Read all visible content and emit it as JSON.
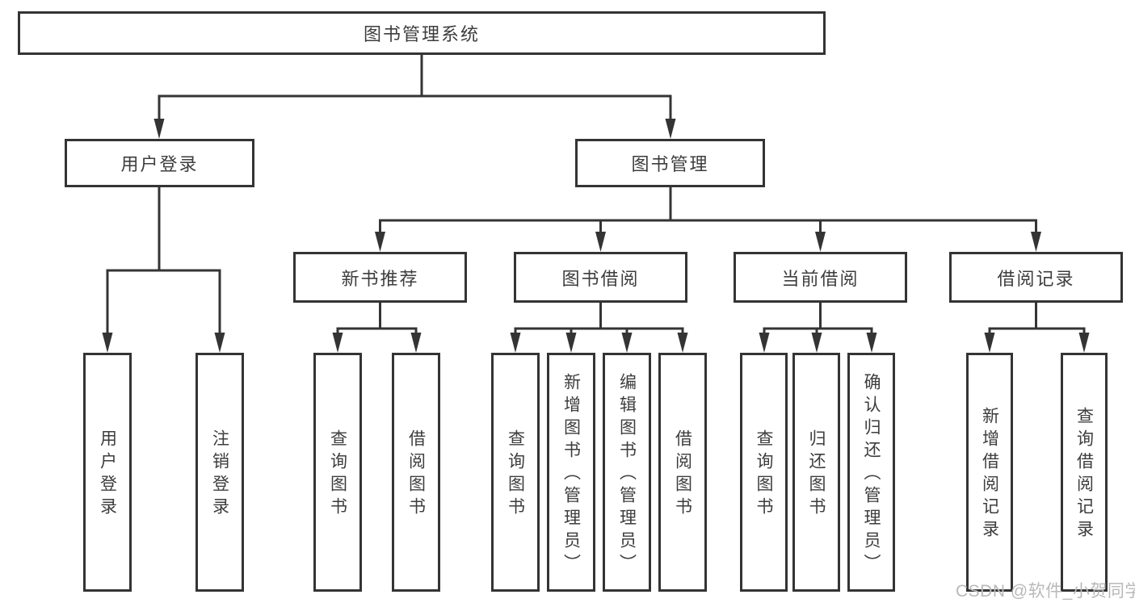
{
  "tree": {
    "root": {
      "label": "图书管理系统",
      "children": [
        {
          "label": "用户登录",
          "children": [
            {
              "label": "用户登录"
            },
            {
              "label": "注销登录"
            }
          ]
        },
        {
          "label": "图书管理",
          "children": [
            {
              "label": "新书推荐",
              "children": [
                {
                  "label": "查询图书"
                },
                {
                  "label": "借阅图书"
                }
              ]
            },
            {
              "label": "图书借阅",
              "children": [
                {
                  "label": "查询图书"
                },
                {
                  "label": "新增图书（管理员）"
                },
                {
                  "label": "编辑图书（管理员）"
                },
                {
                  "label": "借阅图书"
                }
              ]
            },
            {
              "label": "当前借阅",
              "children": [
                {
                  "label": "查询图书"
                },
                {
                  "label": "归还图书"
                },
                {
                  "label": "确认归还（管理员）"
                }
              ]
            },
            {
              "label": "借阅记录",
              "children": [
                {
                  "label": "新增借阅记录"
                },
                {
                  "label": "查询借阅记录"
                }
              ]
            }
          ]
        }
      ]
    }
  },
  "watermark": {
    "text": "CSDN @软件_小贺同学"
  },
  "colors": {
    "line": "#343434",
    "border": "#343434",
    "text": "#3d3d3d",
    "watermark": "#b9b9b9",
    "background": "#ffffff"
  }
}
